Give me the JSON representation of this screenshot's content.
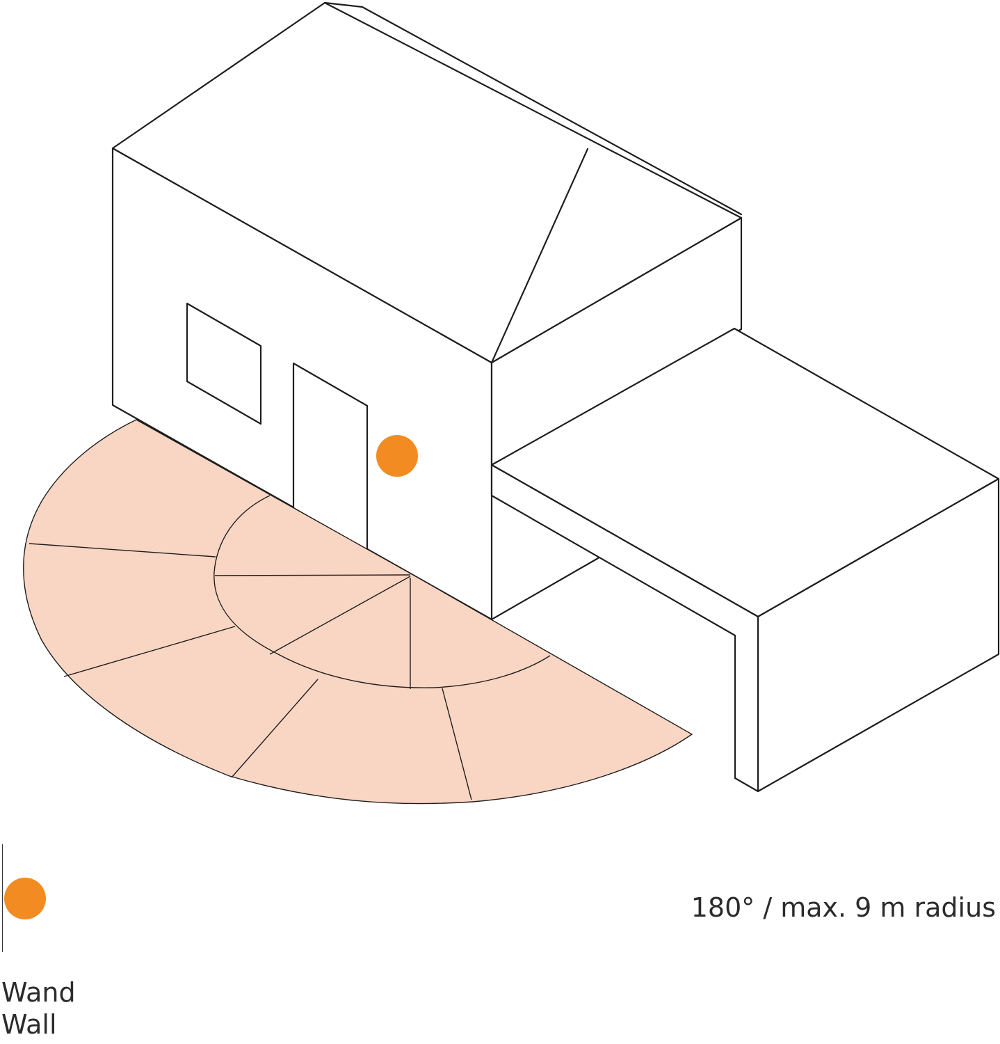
{
  "colors": {
    "sensor": "#f28c22",
    "detection_zone": "#f9d5c3",
    "outline": "#1e1e1e"
  },
  "legend": {
    "label_de": "Wand",
    "label_en": "Wall"
  },
  "coverage": {
    "text": "180° / max. 9 m radius"
  }
}
